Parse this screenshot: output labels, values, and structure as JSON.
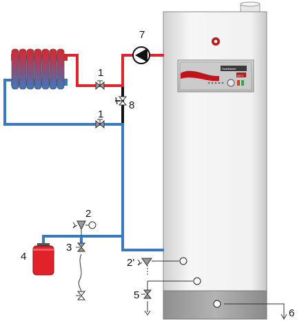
{
  "diagram": {
    "labels": {
      "valve_supply": "1",
      "valve_return": "1",
      "safety_valve_top": "2",
      "safety_valve_bottom": "2'",
      "shutoff_expansion": "3",
      "expansion_vessel": "4",
      "drain_valve": "5",
      "drain_outlet": "6",
      "circulation_pump": "7",
      "bypass_valve": "8"
    },
    "panel": {
      "brand": "HeatMaster",
      "model": "25TC"
    },
    "colors": {
      "supply_pipe": "#e2222b",
      "return_pipe": "#3a78c4",
      "boiler_body": "#f1f1f1",
      "boiler_base": "#a7a7a7",
      "expansion_vessel": "#e2222b",
      "pump": "#111111"
    }
  }
}
